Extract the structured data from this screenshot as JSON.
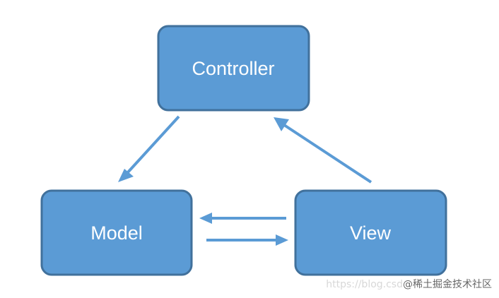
{
  "nodes": {
    "controller": "Controller",
    "model": "Model",
    "view": "View"
  },
  "edges": [
    {
      "from": "Controller",
      "to": "Model"
    },
    {
      "from": "View",
      "to": "Controller"
    },
    {
      "from": "View",
      "to": "Model"
    },
    {
      "from": "Model",
      "to": "View"
    }
  ],
  "watermark": {
    "url_text": "https://blog.csd",
    "owner_text": "@稀土掘金技术社区"
  },
  "colors": {
    "box_fill": "#5b9bd5",
    "box_border": "#41719c",
    "arrow": "#5b9bd5",
    "label": "#ffffff"
  }
}
